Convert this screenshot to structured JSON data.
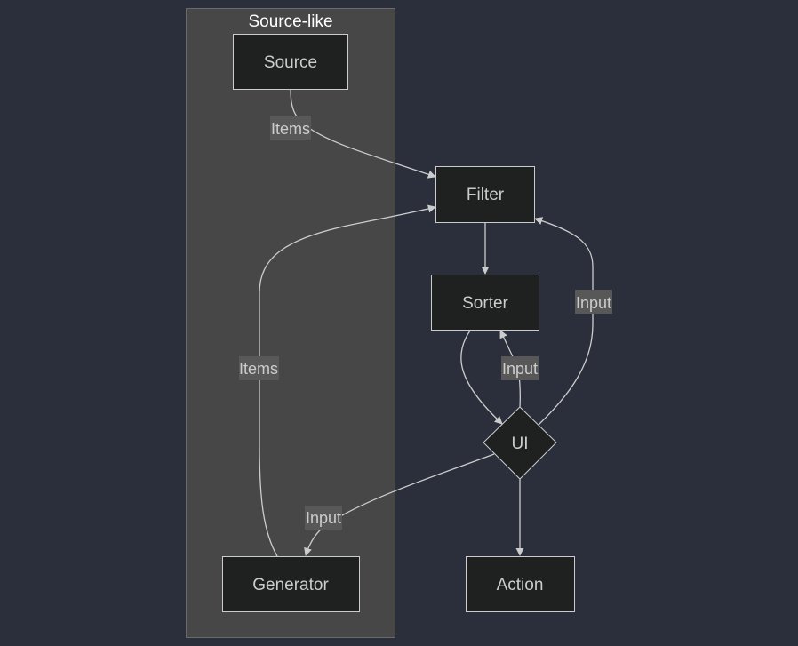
{
  "diagram": {
    "cluster": {
      "title": "Source-like"
    },
    "nodes": {
      "source": "Source",
      "filter": "Filter",
      "sorter": "Sorter",
      "ui": "UI",
      "generator": "Generator",
      "action": "Action"
    },
    "edges": {
      "source_filter": "Items",
      "generator_filter": "Items",
      "ui_filter": "Input",
      "ui_sorter": "Input",
      "ui_generator": "Input"
    }
  },
  "colors": {
    "background": "#2a2f3b",
    "cluster_fill": "#474747",
    "node_fill": "#1f2020",
    "node_stroke": "#cccccc",
    "edge_label_bg": "#585858",
    "text": "#cccccc"
  }
}
